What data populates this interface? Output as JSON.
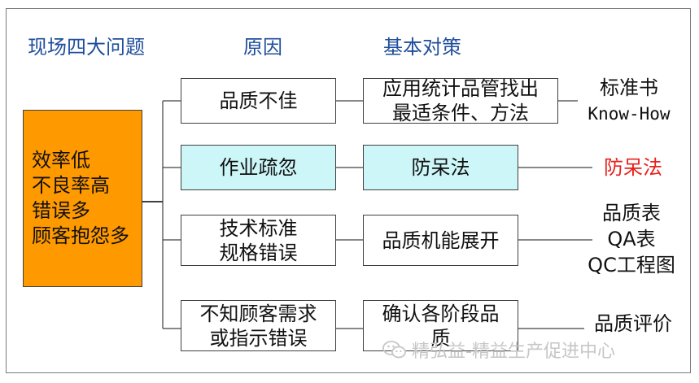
{
  "headers": {
    "problems": "现场四大问题",
    "causes": "原因",
    "countermeasures": "基本对策"
  },
  "problems_box": [
    "效率低",
    "不良率高",
    "错误多",
    "顾客抱怨多"
  ],
  "rows": [
    {
      "cause": [
        "品质不佳"
      ],
      "measure": [
        "应用统计品管找出",
        "最适条件、方法"
      ],
      "result": [
        "标准书",
        "Know-How"
      ],
      "result_color": "#111111",
      "highlight": false
    },
    {
      "cause": [
        "作业疏忽"
      ],
      "measure": [
        "防呆法"
      ],
      "result": [
        "防呆法"
      ],
      "result_color": "#e8201c",
      "highlight": true
    },
    {
      "cause": [
        "技术标准",
        "规格错误"
      ],
      "measure": [
        "品质机能展开"
      ],
      "result": [
        "品质表",
        "QA表",
        "QC工程图"
      ],
      "result_color": "#111111",
      "highlight": false
    },
    {
      "cause": [
        "不知顾客需求",
        "或指示错误"
      ],
      "measure": [
        "确认各阶段品",
        "质"
      ],
      "result": [
        "品质评价"
      ],
      "result_color": "#111111",
      "highlight": false
    }
  ],
  "colors": {
    "header_blue": "#1f4e9c",
    "orange": "#ff9900",
    "cyan": "#cdf6f8",
    "red": "#e8201c"
  },
  "watermark": {
    "text": "精弘益-精益生产促进中心",
    "icon": "wechat-icon"
  }
}
